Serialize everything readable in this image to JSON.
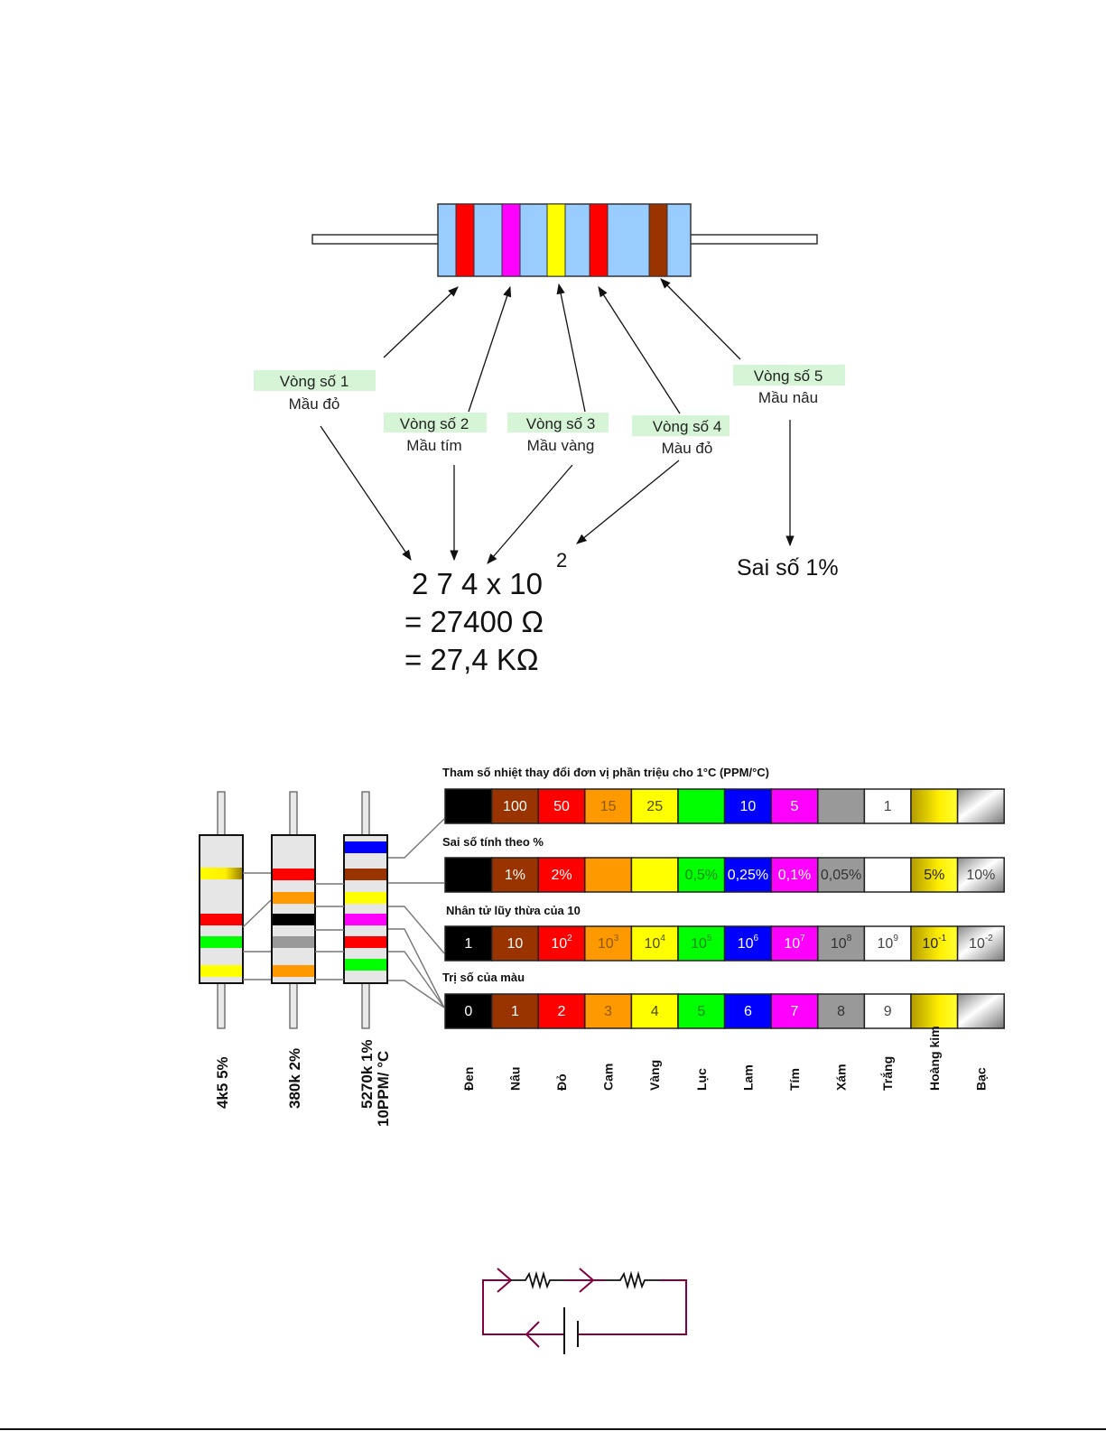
{
  "top_diagram": {
    "resistor": {
      "body_color": "#99ccff",
      "bands": [
        {
          "name": "band-1",
          "color": "#ff0000"
        },
        {
          "name": "band-2",
          "color": "#ff00ff"
        },
        {
          "name": "band-3",
          "color": "#ffff00"
        },
        {
          "name": "band-4",
          "color": "#ff0000"
        },
        {
          "name": "band-5",
          "color": "#993300"
        }
      ]
    },
    "labels": [
      {
        "title": "Vòng số 1",
        "color_name": "Mầu đỏ"
      },
      {
        "title": "Vòng số 2",
        "color_name": "Mầu tím"
      },
      {
        "title": "Vòng số 3",
        "color_name": "Mầu vàng"
      },
      {
        "title": "Vòng số 4",
        "color_name": "Màu đỏ"
      },
      {
        "title": "Vòng số 5",
        "color_name": "Mầu nâu"
      }
    ],
    "formula": {
      "line1": "2 7 4 x 10",
      "exponent": "2",
      "line2": "=  27400 Ω",
      "line3": "= 27,4  KΩ"
    },
    "tolerance": "Sai số 1%"
  },
  "color_table": {
    "colors": [
      "#000000",
      "#993300",
      "#ff0000",
      "#ff9900",
      "#ffff00",
      "#00ff00",
      "#0000ff",
      "#ff00ff",
      "#999999",
      "#ffffff",
      "gold",
      "silver"
    ],
    "color_names": [
      "Đen",
      "Nâu",
      "Đỏ",
      "Cam",
      "Vàng",
      "Lục",
      "Lam",
      "Tím",
      "Xám",
      "Trắng",
      "Hoàng kim",
      "Bạc"
    ],
    "rows": [
      {
        "title": "Tham số nhiệt thay đổi đơn vị phần triệu cho 1°C    (PPM/°C)",
        "cells": [
          {
            "t": ""
          },
          {
            "t": "100"
          },
          {
            "t": "50"
          },
          {
            "t": "15"
          },
          {
            "t": "25"
          },
          {
            "t": ""
          },
          {
            "t": "10"
          },
          {
            "t": "5"
          },
          {
            "t": ""
          },
          {
            "t": "1"
          },
          {
            "t": ""
          },
          {
            "t": ""
          }
        ]
      },
      {
        "title": "Sai số tính theo %",
        "cells": [
          {
            "t": ""
          },
          {
            "t": "1%"
          },
          {
            "t": "2%"
          },
          {
            "t": ""
          },
          {
            "t": ""
          },
          {
            "t": "0,5%"
          },
          {
            "t": "0,25%"
          },
          {
            "t": "0,1%"
          },
          {
            "t": "0,05%"
          },
          {
            "t": ""
          },
          {
            "t": "5%"
          },
          {
            "t": "10%"
          }
        ]
      },
      {
        "title": "Nhân tử  lũy thừa của 10",
        "cells": [
          {
            "t": "1"
          },
          {
            "t": "10"
          },
          {
            "t": "10",
            "sup": "2"
          },
          {
            "t": "10",
            "sup": "3"
          },
          {
            "t": "10",
            "sup": "4"
          },
          {
            "t": "10",
            "sup": "5"
          },
          {
            "t": "10",
            "sup": "6"
          },
          {
            "t": "10",
            "sup": "7"
          },
          {
            "t": "10",
            "sup": "8"
          },
          {
            "t": "10",
            "sup": "9"
          },
          {
            "t": "10",
            "sup": "-1"
          },
          {
            "t": "10",
            "sup": "-2"
          }
        ]
      },
      {
        "title": "Trị số của màu",
        "cells": [
          {
            "t": "0"
          },
          {
            "t": "1"
          },
          {
            "t": "2"
          },
          {
            "t": "3"
          },
          {
            "t": "4"
          },
          {
            "t": "5"
          },
          {
            "t": "6"
          },
          {
            "t": "7"
          },
          {
            "t": "8"
          },
          {
            "t": "9"
          },
          {
            "t": ""
          },
          {
            "t": ""
          }
        ]
      }
    ],
    "text_colors": [
      "#ffffff",
      "#ffffff",
      "#ffffff",
      "#8a5a00",
      "#4a4a00",
      "#118811",
      "#ffffff",
      "#ffffff",
      "#333333",
      "#444444",
      "#222222",
      "#444444"
    ]
  },
  "example_resistors": [
    {
      "label": "4k5  5%",
      "bands": [
        "gold",
        "#ff0000",
        "#00ff00",
        "#ffff00"
      ]
    },
    {
      "label": "380k  2%",
      "bands": [
        "#ff0000",
        "#ff9900",
        "#000000",
        "#999999",
        "#ff9900"
      ]
    },
    {
      "label": "5270k 1%",
      "label2": "10PPM/ °C",
      "bands": [
        "#0000ff",
        "#993300",
        "#ffff00",
        "#ff00ff",
        "#ff0000",
        "#00ff00"
      ]
    }
  ],
  "circuit": {
    "wire_color": "#800040"
  }
}
